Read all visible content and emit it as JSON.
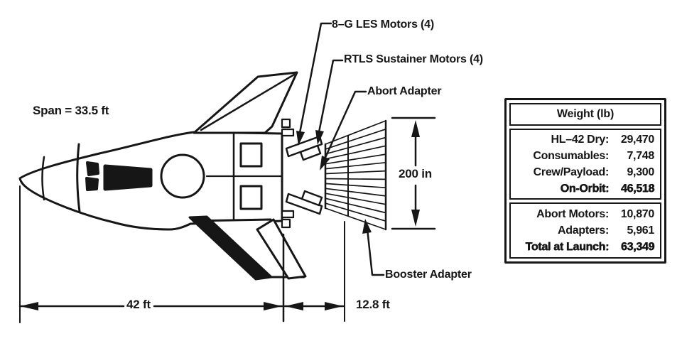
{
  "colors": {
    "ink": "#161616",
    "paper": "#ffffff"
  },
  "diagram": {
    "span_label": "Span = 33.5 ft",
    "callout_les": "8–G LES Motors (4)",
    "callout_rtls": "RTLS Sustainer Motors (4)",
    "callout_abort_adapter": "Abort Adapter",
    "callout_booster_adapter": "Booster Adapter",
    "dim_adapter_diameter": "200 in",
    "dim_body_length": "42 ft",
    "dim_adapter_length": "12.8 ft"
  },
  "weight_table": {
    "title": "Weight (lb)",
    "orbit_section": {
      "rows": [
        {
          "label": "HL–42 Dry:",
          "value": "29,470"
        },
        {
          "label": "Consumables:",
          "value": "7,748"
        },
        {
          "label": "Crew/Payload:",
          "value": "9,300"
        },
        {
          "label": "On-Orbit:",
          "value": "46,518"
        }
      ]
    },
    "launch_section": {
      "rows": [
        {
          "label": "Abort Motors:",
          "value": "10,870"
        },
        {
          "label": "Adapters:",
          "value": "5,961"
        },
        {
          "label": "Total at Launch:",
          "value": "63,349"
        }
      ]
    }
  }
}
